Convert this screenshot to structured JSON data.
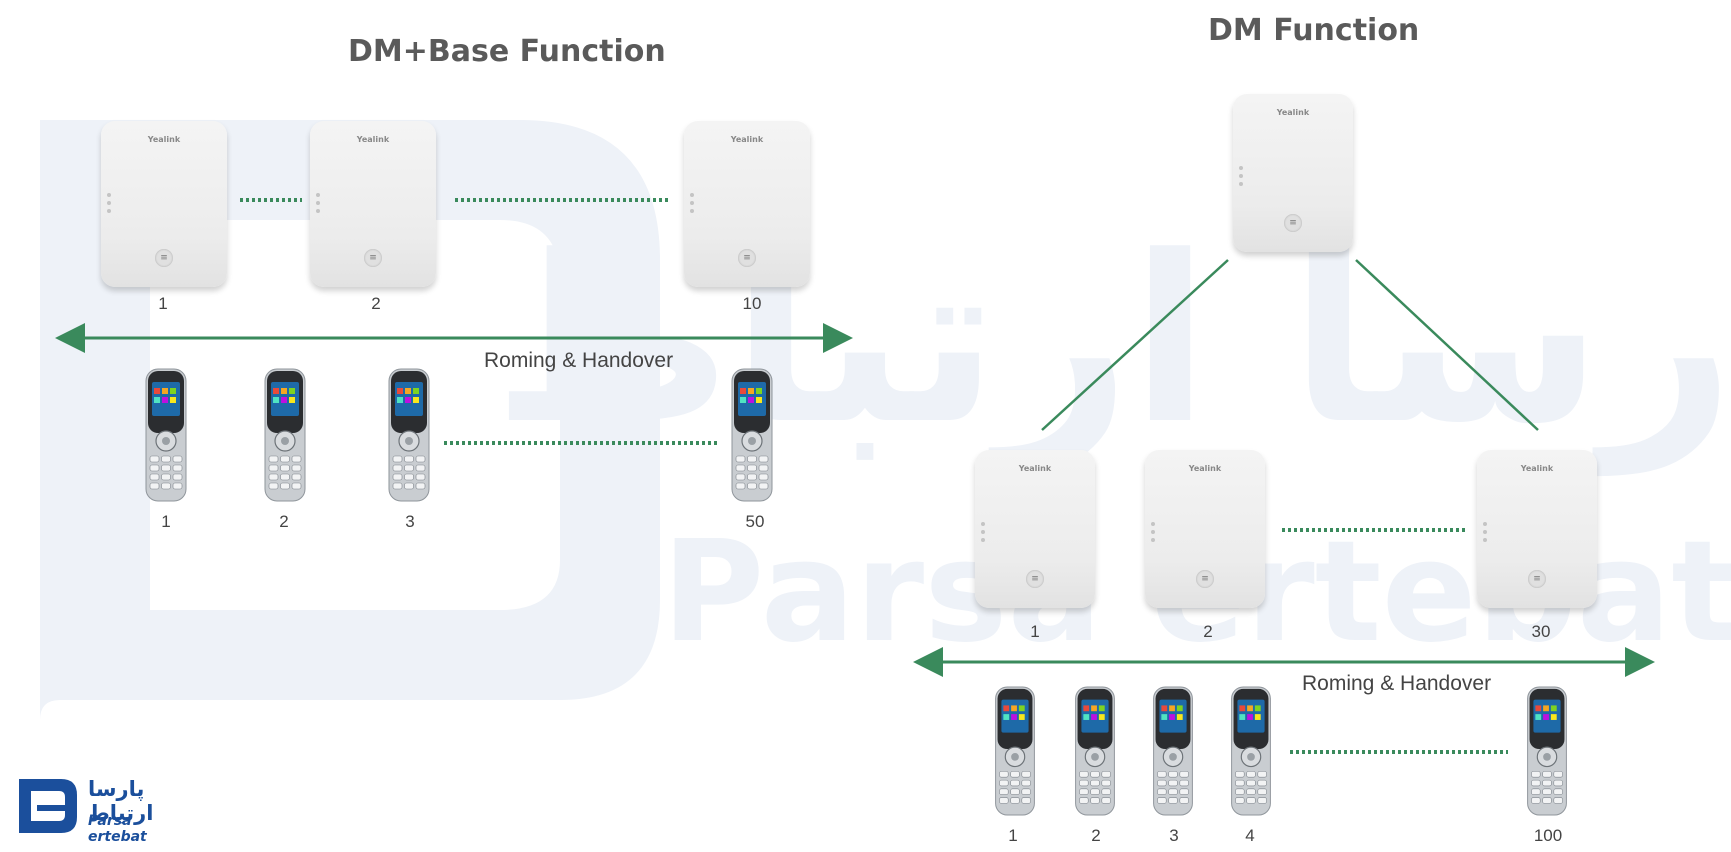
{
  "left": {
    "title": "DM+Base Function",
    "bases": [
      "1",
      "2",
      "10"
    ],
    "roaming_label": "Roming & Handover",
    "handsets": [
      "1",
      "2",
      "3",
      "50"
    ]
  },
  "right": {
    "title": "DM Function",
    "bases": [
      "1",
      "2",
      "30"
    ],
    "roaming_label": "Roming & Handover",
    "handsets": [
      "1",
      "2",
      "3",
      "4",
      "100"
    ]
  },
  "device_brand": "Yealink",
  "logo": {
    "text_fa": "پارسا ارتباط",
    "text_en": "Parsa ertebat"
  },
  "watermark": {
    "text_fa": "پارسا ارتباط",
    "text_en": "Parsa ertebat"
  },
  "colors": {
    "line": "#3a8a5c",
    "watermark": "#e8eef6",
    "logo": "#1b4f9c"
  }
}
